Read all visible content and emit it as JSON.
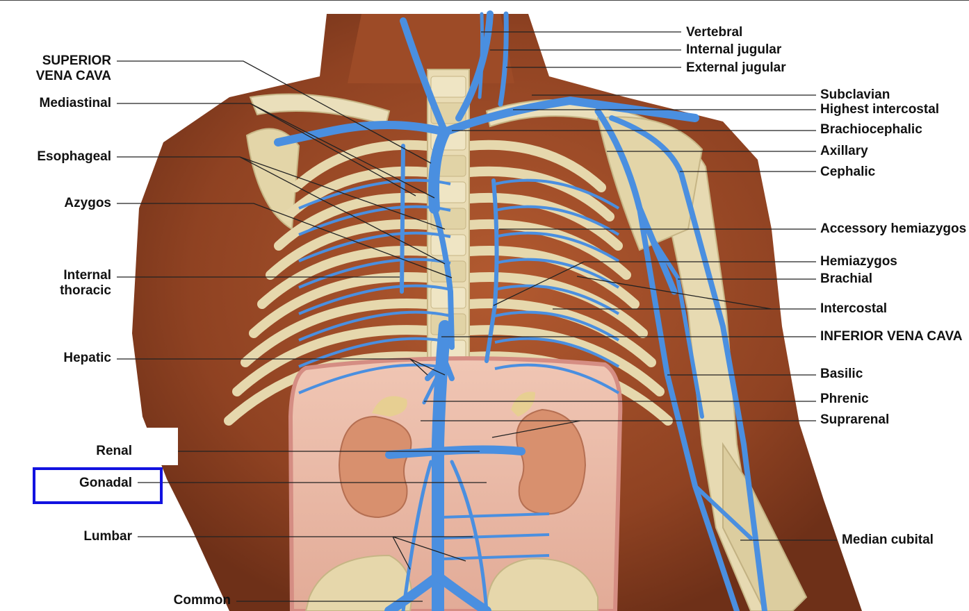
{
  "left_labels": {
    "superior_vena_cava_line1": "SUPERIOR",
    "superior_vena_cava_line2": "VENA CAVA",
    "mediastinal": "Mediastinal",
    "esophageal": "Esophageal",
    "azygos": "Azygos",
    "internal_thoracic_line1": "Internal",
    "internal_thoracic_line2": "thoracic",
    "hepatic": "Hepatic",
    "renal": "Renal",
    "gonadal": "Gonadal",
    "lumbar": "Lumbar",
    "common_iliac_line1": "Common"
  },
  "right_labels": {
    "vertebral": "Vertebral",
    "internal_jugular": "Internal jugular",
    "external_jugular": "External jugular",
    "subclavian": "Subclavian",
    "highest_intercostal": "Highest intercostal",
    "brachiocephalic": "Brachiocephalic",
    "axillary": "Axillary",
    "cephalic": "Cephalic",
    "accessory_hemiazygos": "Accessory hemiazygos",
    "hemiazygos": "Hemiazygos",
    "brachial": "Brachial",
    "intercostal": "Intercostal",
    "inferior_vena_cava": "INFERIOR VENA CAVA",
    "basilic": "Basilic",
    "phrenic": "Phrenic",
    "suprarenal": "Suprarenal",
    "median_cubital": "Median cubital"
  },
  "colors": {
    "skin": "#9a4a28",
    "bone": "#e6d9b0",
    "vein": "#4a8fe0",
    "abdomen": "#e8b7a4",
    "kidney": "#d9906e",
    "highlight_box": "#1212e0"
  }
}
